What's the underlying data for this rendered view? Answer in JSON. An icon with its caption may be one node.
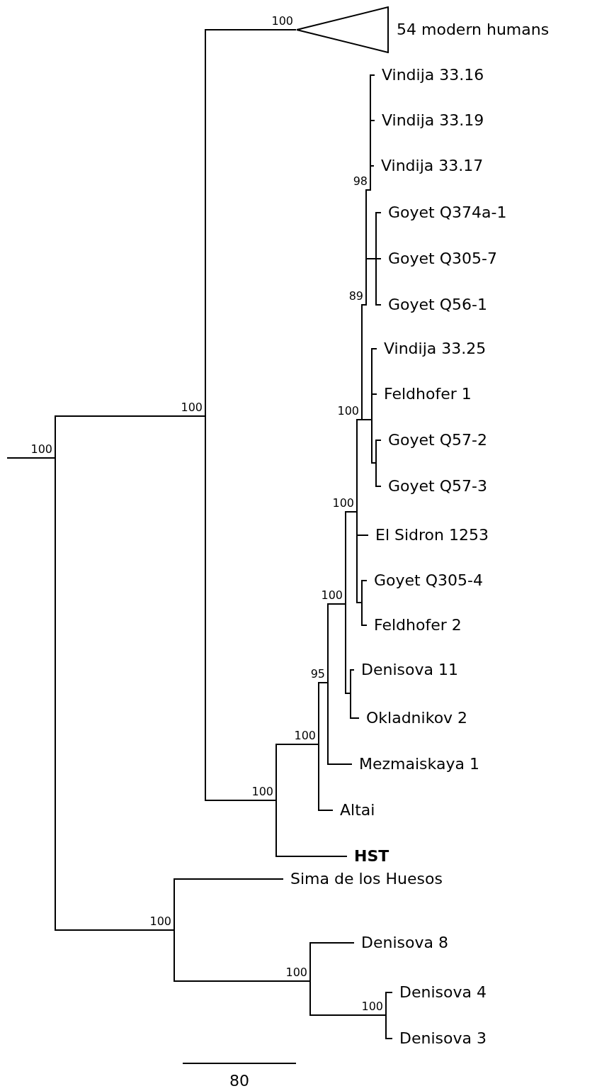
{
  "diagram": {
    "nodes": [
      {
        "text": [
          "54 modern humans"
        ],
        "beside": [
          "100"
        ]
      },
      {
        "text": [
          "Vindija 33.16"
        ]
      },
      {
        "text": [
          "Vindija 33.19"
        ]
      },
      {
        "text": [
          "Vindija 33.17"
        ]
      },
      {
        "text": [
          "Goyet Q374a-1"
        ]
      },
      {
        "text": [
          "Goyet Q305-7"
        ]
      },
      {
        "text": [
          "Goyet Q56-1"
        ]
      },
      {
        "text": [
          "Vindija 33.25"
        ]
      },
      {
        "text": [
          "Feldhofer 1"
        ]
      },
      {
        "text": [
          "Goyet Q57-2"
        ]
      },
      {
        "text": [
          "Goyet Q57-3"
        ]
      },
      {
        "text": [
          "El Sidron 1253"
        ]
      },
      {
        "text": [
          "Goyet Q305-4"
        ]
      },
      {
        "text": [
          "Feldhofer 2"
        ]
      },
      {
        "text": [
          "Denisova 11"
        ]
      },
      {
        "text": [
          "Okladnikov 2"
        ]
      },
      {
        "text": [
          "Mezmaiskaya 1"
        ]
      },
      {
        "text": [
          "Altai"
        ]
      },
      {
        "text": [
          "HST"
        ]
      },
      {
        "text": [
          "Sima de los Huesos"
        ]
      },
      {
        "text": [
          "Denisova 8"
        ]
      },
      {
        "text": [
          "Denisova 4"
        ]
      },
      {
        "text": [
          "Denisova 3"
        ]
      },
      {
        "text": [],
        "shape": "bar",
        "beside": [
          "100"
        ]
      },
      {
        "text": [],
        "shape": "bar",
        "beside": [
          "100"
        ]
      },
      {
        "text": [],
        "shape": "bar",
        "beside": [
          "100"
        ]
      },
      {
        "text": [],
        "shape": "bar",
        "beside": [
          "100"
        ]
      },
      {
        "text": [],
        "shape": "bar",
        "beside": [
          "95"
        ]
      },
      {
        "text": [],
        "shape": "bar",
        "beside": [
          "100"
        ]
      },
      {
        "text": [],
        "shape": "bar",
        "beside": [
          "100"
        ]
      },
      {
        "text": [],
        "shape": "bar",
        "beside": [
          "100"
        ]
      },
      {
        "text": [],
        "shape": "bar",
        "beside": [
          "89"
        ]
      },
      {
        "text": [],
        "shape": "bar",
        "beside": [
          "98"
        ]
      },
      {
        "text": [],
        "shape": "bar"
      },
      {
        "text": [],
        "shape": "bar"
      },
      {
        "text": [],
        "shape": "bar"
      },
      {
        "text": [],
        "shape": "bar"
      },
      {
        "text": [],
        "shape": "bar"
      },
      {
        "text": [],
        "shape": "bar",
        "beside": [
          "100"
        ]
      },
      {
        "text": [],
        "shape": "bar",
        "beside": [
          "100"
        ]
      },
      {
        "text": [],
        "shape": "bar",
        "beside": [
          "100"
        ]
      }
    ],
    "edges": [
      {
        "from": null,
        "to": 23,
        "arrow": "none"
      },
      {
        "from": 23,
        "to": 24,
        "arrow": "none"
      },
      {
        "from": 23,
        "to": 38,
        "arrow": "none"
      },
      {
        "from": 24,
        "to": 0,
        "arrow": "none"
      },
      {
        "from": 24,
        "to": 25,
        "arrow": "none"
      },
      {
        "from": 25,
        "to": 26,
        "arrow": "none"
      },
      {
        "from": 25,
        "to": 18,
        "arrow": "none"
      },
      {
        "from": 26,
        "to": 27,
        "arrow": "none"
      },
      {
        "from": 26,
        "to": 17,
        "arrow": "none"
      },
      {
        "from": 27,
        "to": 28,
        "arrow": "none"
      },
      {
        "from": 27,
        "to": 16,
        "arrow": "none"
      },
      {
        "from": 28,
        "to": 29,
        "arrow": "none"
      },
      {
        "from": 28,
        "to": 37,
        "arrow": "none"
      },
      {
        "from": 29,
        "to": 30,
        "arrow": "none"
      },
      {
        "from": 29,
        "to": 11,
        "arrow": "none"
      },
      {
        "from": 29,
        "to": 36,
        "arrow": "none"
      },
      {
        "from": 30,
        "to": 31,
        "arrow": "none"
      },
      {
        "from": 30,
        "to": 34,
        "arrow": "none"
      },
      {
        "from": 31,
        "to": 32,
        "arrow": "none"
      },
      {
        "from": 31,
        "to": 33,
        "arrow": "none"
      },
      {
        "from": 32,
        "to": 1,
        "arrow": "none"
      },
      {
        "from": 32,
        "to": 2,
        "arrow": "none"
      },
      {
        "from": 32,
        "to": 3,
        "arrow": "none"
      },
      {
        "from": 33,
        "to": 4,
        "arrow": "none"
      },
      {
        "from": 33,
        "to": 5,
        "arrow": "none"
      },
      {
        "from": 33,
        "to": 6,
        "arrow": "none"
      },
      {
        "from": 34,
        "to": 7,
        "arrow": "none"
      },
      {
        "from": 34,
        "to": 8,
        "arrow": "none"
      },
      {
        "from": 34,
        "to": 35,
        "arrow": "none"
      },
      {
        "from": 35,
        "to": 9,
        "arrow": "none"
      },
      {
        "from": 35,
        "to": 10,
        "arrow": "none"
      },
      {
        "from": 36,
        "to": 12,
        "arrow": "none"
      },
      {
        "from": 36,
        "to": 13,
        "arrow": "none"
      },
      {
        "from": 37,
        "to": 14,
        "arrow": "none"
      },
      {
        "from": 37,
        "to": 15,
        "arrow": "none"
      },
      {
        "from": 38,
        "to": 19,
        "arrow": "none"
      },
      {
        "from": 38,
        "to": 39,
        "arrow": "none"
      },
      {
        "from": 39,
        "to": 20,
        "arrow": "none"
      },
      {
        "from": 39,
        "to": 40,
        "arrow": "none"
      },
      {
        "from": 40,
        "to": 21,
        "arrow": "none"
      },
      {
        "from": 40,
        "to": 22,
        "arrow": "none"
      }
    ],
    "labels": [
      "80"
    ]
  }
}
